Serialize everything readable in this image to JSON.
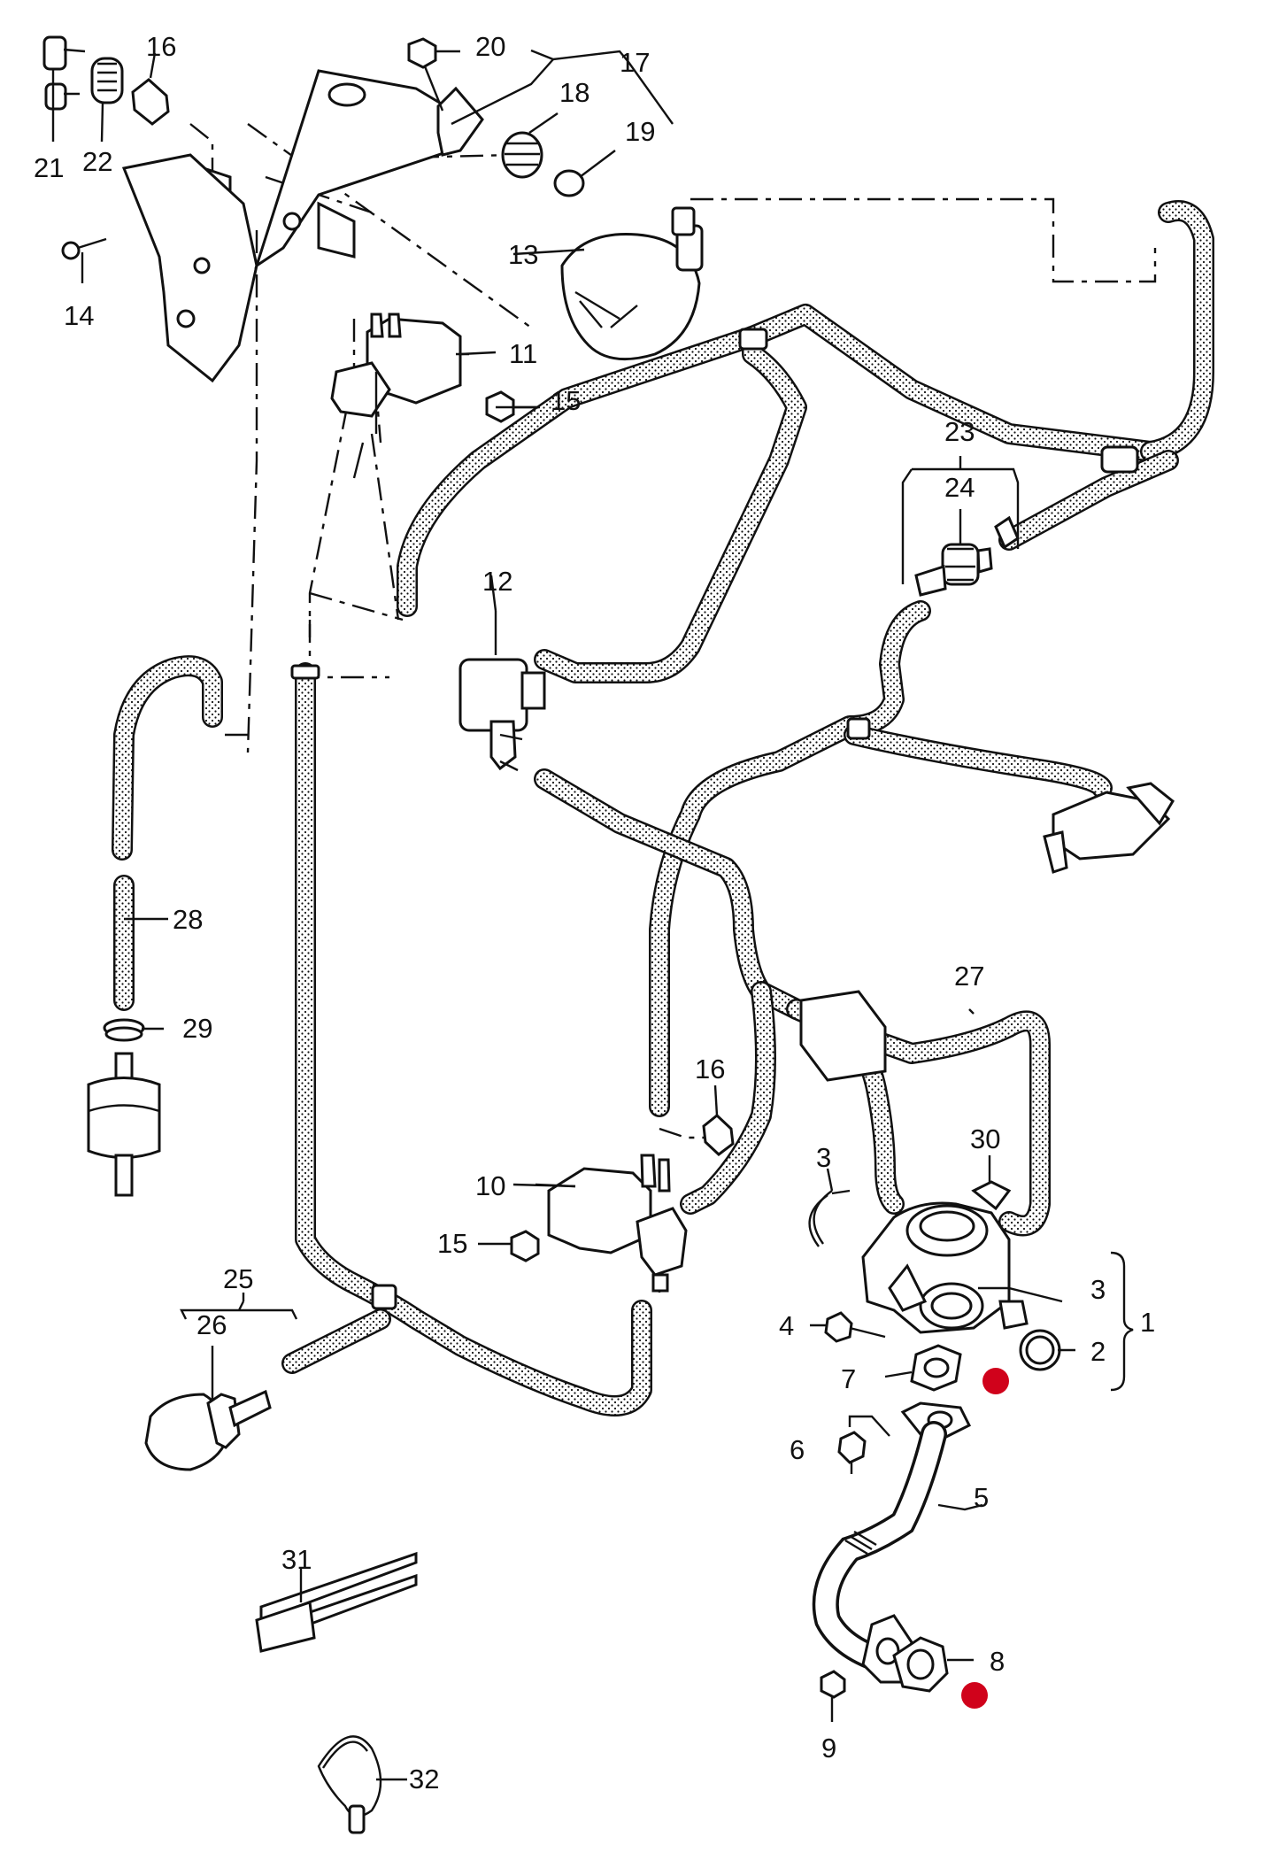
{
  "colors": {
    "line": "#111111",
    "background": "#ffffff",
    "marker": "#d0021b"
  },
  "callouts": [
    {
      "id": "c1",
      "text": "1"
    },
    {
      "id": "c2",
      "text": "2"
    },
    {
      "id": "c3a",
      "text": "3"
    },
    {
      "id": "c3b",
      "text": "3"
    },
    {
      "id": "c4",
      "text": "4"
    },
    {
      "id": "c5",
      "text": "5"
    },
    {
      "id": "c6",
      "text": "6"
    },
    {
      "id": "c7",
      "text": "7"
    },
    {
      "id": "c8",
      "text": "8"
    },
    {
      "id": "c9",
      "text": "9"
    },
    {
      "id": "c10",
      "text": "10"
    },
    {
      "id": "c11",
      "text": "11"
    },
    {
      "id": "c12",
      "text": "12"
    },
    {
      "id": "c13",
      "text": "13"
    },
    {
      "id": "c14",
      "text": "14"
    },
    {
      "id": "c15a",
      "text": "15"
    },
    {
      "id": "c15b",
      "text": "15"
    },
    {
      "id": "c16a",
      "text": "16"
    },
    {
      "id": "c16b",
      "text": "16"
    },
    {
      "id": "c17",
      "text": "17"
    },
    {
      "id": "c18",
      "text": "18"
    },
    {
      "id": "c19",
      "text": "19"
    },
    {
      "id": "c20",
      "text": "20"
    },
    {
      "id": "c21",
      "text": "21"
    },
    {
      "id": "c22",
      "text": "22"
    },
    {
      "id": "c23",
      "text": "23"
    },
    {
      "id": "c24",
      "text": "24"
    },
    {
      "id": "c25",
      "text": "25"
    },
    {
      "id": "c26",
      "text": "26"
    },
    {
      "id": "c27",
      "text": "27"
    },
    {
      "id": "c28",
      "text": "28"
    },
    {
      "id": "c29",
      "text": "29"
    },
    {
      "id": "c30",
      "text": "30"
    },
    {
      "id": "c31",
      "text": "31"
    },
    {
      "id": "c32",
      "text": "32"
    }
  ]
}
